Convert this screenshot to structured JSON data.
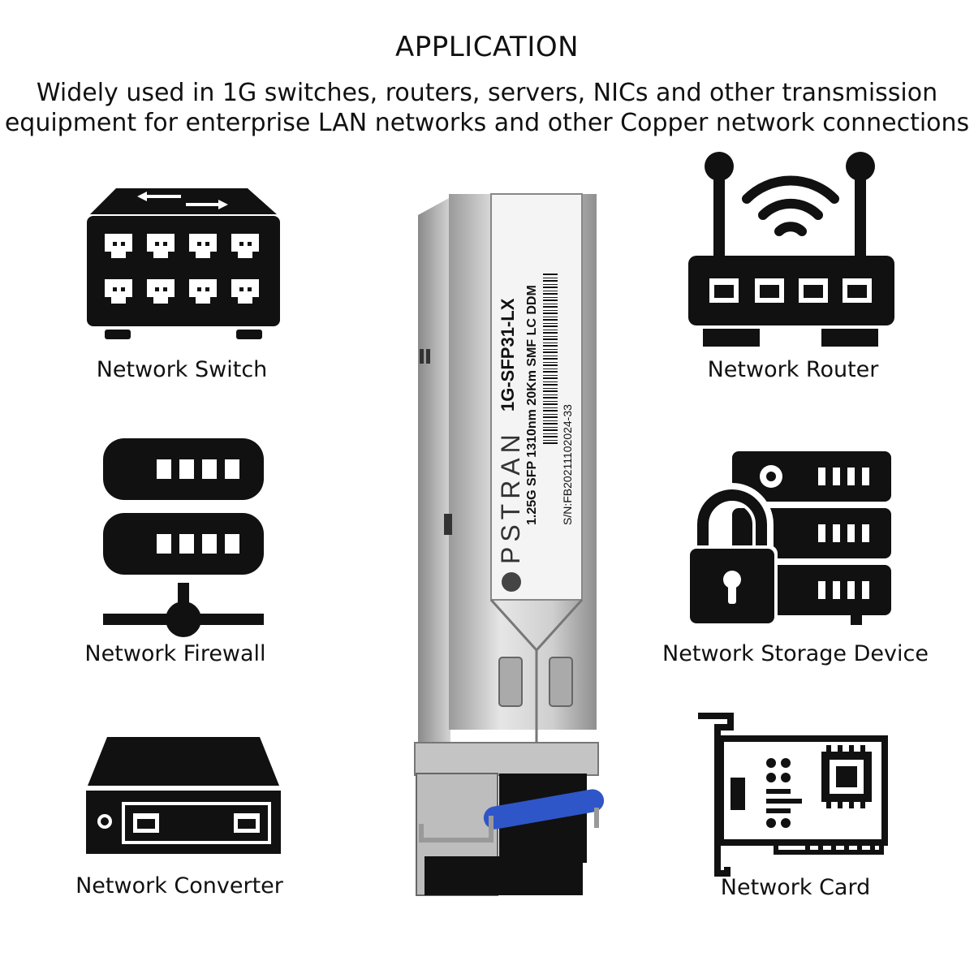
{
  "title": "APPLICATION",
  "description": {
    "line1": "Widely used in 1G switches, routers, servers, NICs and other transmission",
    "line2": "equipment for enterprise LAN networks and other Copper network connections"
  },
  "devices": {
    "switch": {
      "label": "Network Switch",
      "icon": "network-switch-icon"
    },
    "router": {
      "label": "Network Router",
      "icon": "wifi-router-icon"
    },
    "firewall": {
      "label": "Network Firewall",
      "icon": "firewall-server-icon"
    },
    "storage": {
      "label": "Network Storage Device",
      "icon": "locked-storage-icon"
    },
    "converter": {
      "label": "Network Converter",
      "icon": "media-converter-icon"
    },
    "card": {
      "label": "Network Card",
      "icon": "network-card-icon"
    }
  },
  "module_label": {
    "model": "1G-SFP31-LX",
    "spec": "1.25G SFP 1310nm 20Km SMF LC DDM",
    "brand": "PSTRAN",
    "serial": "S/N:FB20211102024-33"
  },
  "colors": {
    "icon": "#111111",
    "metal": "#c9c9c9",
    "latch": "#2f56c8"
  }
}
